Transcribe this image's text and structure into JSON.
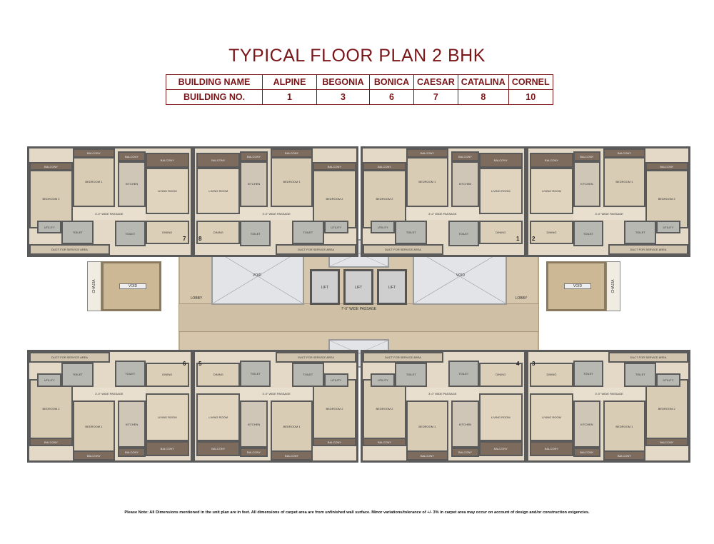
{
  "title": "TYPICAL FLOOR PLAN 2 BHK",
  "building_table": {
    "row_headers": [
      "BUILDING NAME",
      "BUILDING NO."
    ],
    "buildings": [
      {
        "name": "ALPINE",
        "no": "1"
      },
      {
        "name": "BEGONIA",
        "no": "3"
      },
      {
        "name": "BONICA",
        "no": "6"
      },
      {
        "name": "CAESAR",
        "no": "7"
      },
      {
        "name": "CATALINA",
        "no": "8"
      },
      {
        "name": "CORNEL",
        "no": "10"
      }
    ]
  },
  "plan": {
    "core_labels": {
      "void": "VOID",
      "lift": "LIFT",
      "lobby": "LOBBY",
      "passage": "7'-0\" WIDE PASSAGE",
      "duct": "DUCT FOR SERVICE AREA",
      "chaja": "CHAJJA"
    },
    "room_labels": {
      "bedroom1": "BEDROOM 1",
      "bedroom2": "BEDROOM 2",
      "kitchen": "KITCHEN",
      "living": "LIVING ROOM",
      "dining": "DINING",
      "toilet": "TOILET",
      "utility": "UTILITY",
      "balcony": "BALCONY",
      "passage": "3'-0\" WIDE PASSAGE"
    },
    "flats": [
      "7",
      "8",
      "1",
      "2",
      "6",
      "5",
      "4",
      "3"
    ],
    "colors": {
      "accent": "#7a1518",
      "wall": "#5a5a5a",
      "floor": "#e4d9c6",
      "balcony": "#7d6b5e",
      "core": "#d6c6ac"
    }
  },
  "note": "Please Note: All Dimensions mentioned in the unit plan are in feet. All dimensions of carpet area are from unfinished wall surface. Minor variations/tolerance of +/- 3% in carpet area may occur on account of design and/or construction exigencies."
}
